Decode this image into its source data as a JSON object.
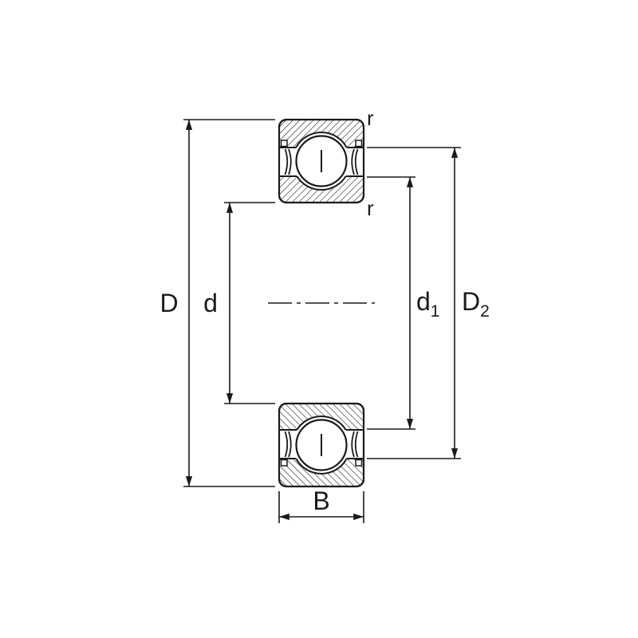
{
  "colors": {
    "line": "#1a1a1a",
    "background": "#ffffff"
  },
  "dimensions": {
    "D": {
      "label": "D"
    },
    "d": {
      "label": "d"
    },
    "d1": {
      "base": "d",
      "sub": "1"
    },
    "D2": {
      "base": "D",
      "sub": "2"
    },
    "B": {
      "label": "B"
    },
    "r_outer": {
      "label": "r"
    },
    "r_inner": {
      "label": "r"
    }
  }
}
